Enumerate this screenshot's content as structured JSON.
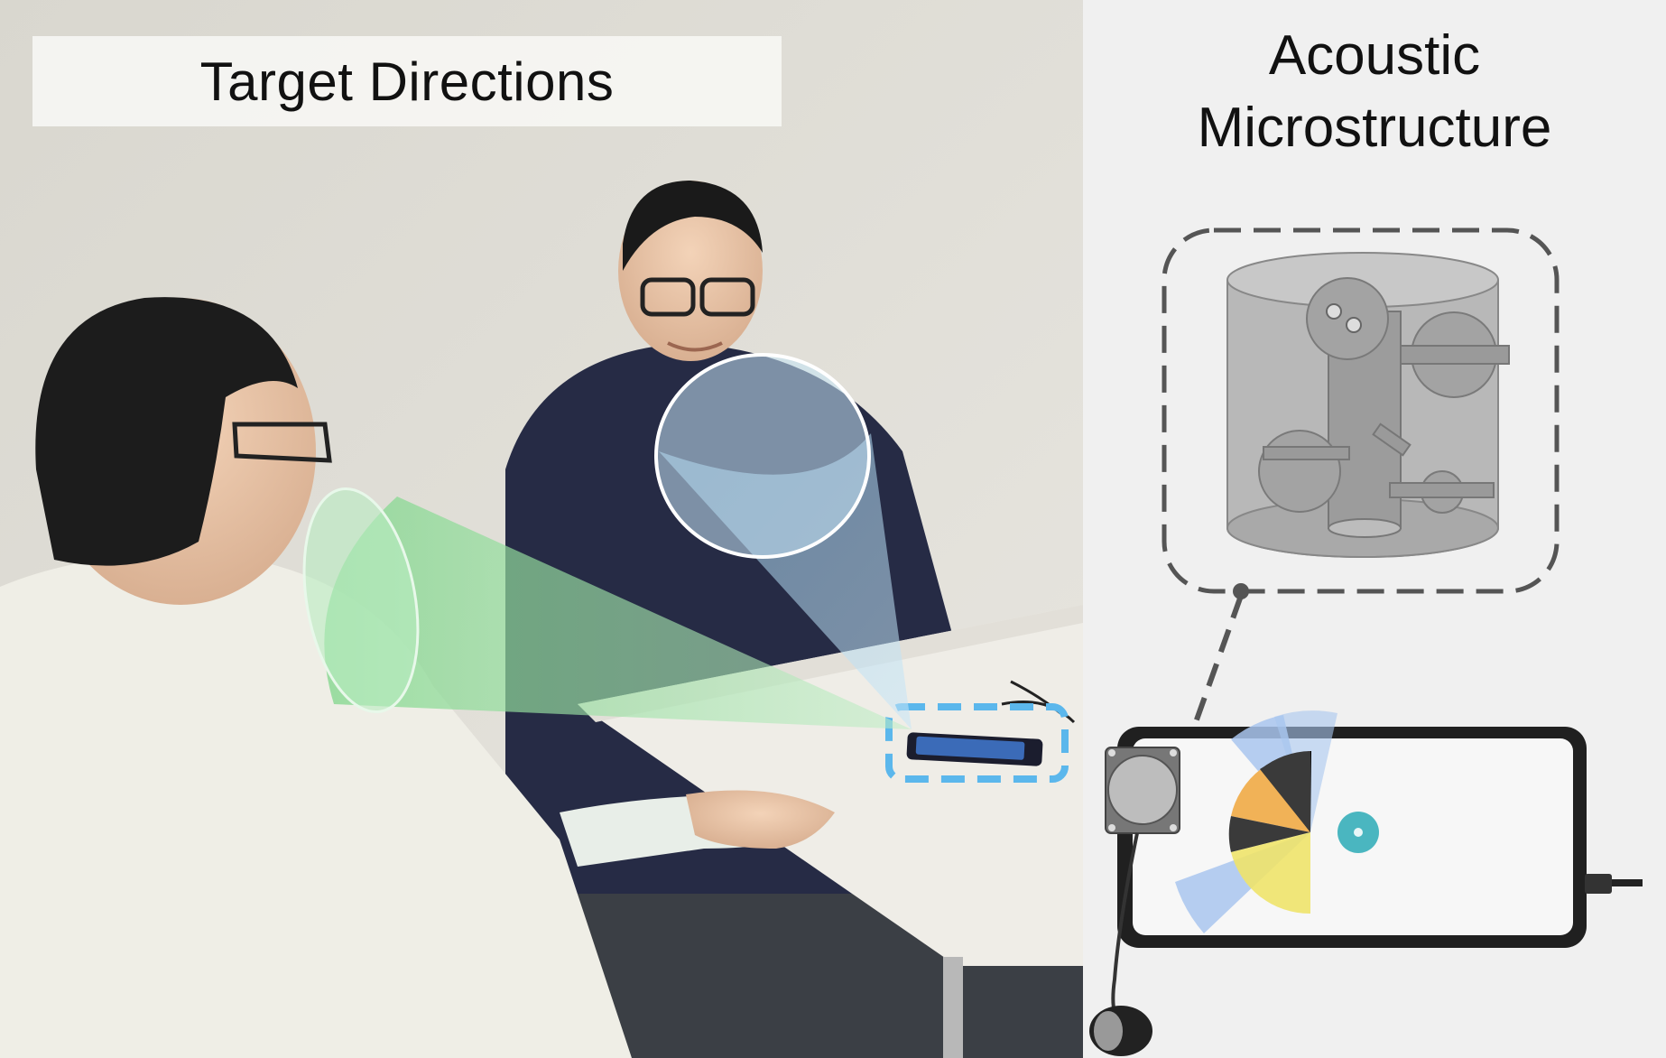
{
  "left_panel": {
    "title": "Target Directions"
  },
  "right_panel": {
    "title_line1": "Acoustic",
    "title_line2": "Microstructure"
  },
  "colors": {
    "cone_green": "#7fd68a",
    "cone_blue": "#9fd0ef",
    "highlight_blue": "#5bb7ec",
    "wedge_red": "#e36b6b",
    "wedge_black": "#3a3a3a",
    "wedge_orange": "#f1b257",
    "wedge_yellow": "#eee36a",
    "wedge_blue": "#a9c6ee",
    "teal_button": "#4ab6c0"
  }
}
